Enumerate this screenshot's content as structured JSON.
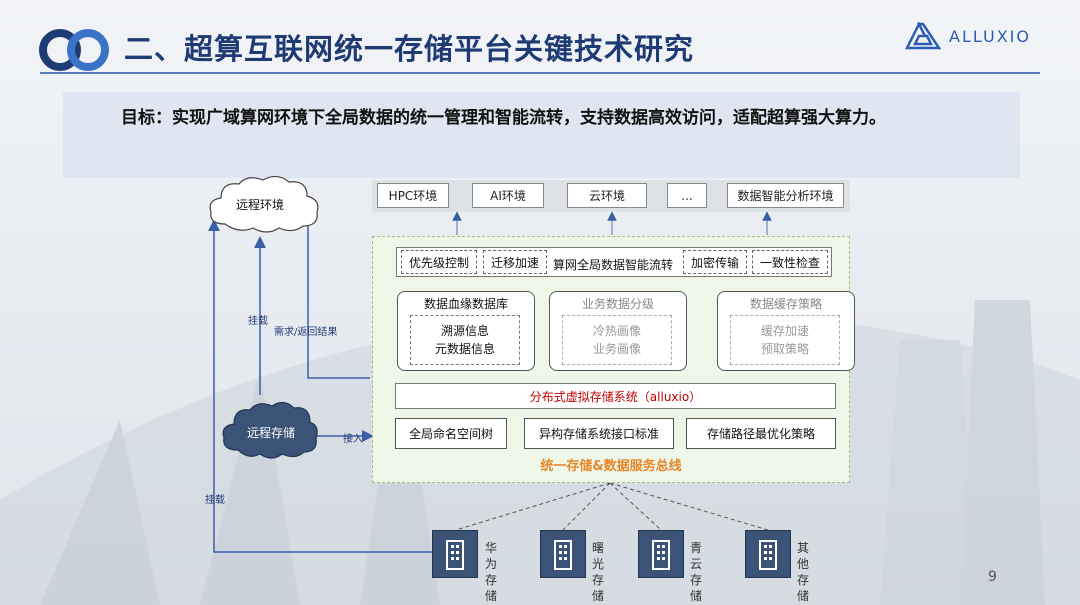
{
  "header": {
    "title": "二、超算互联网统一存储平台关键技术研究",
    "brand": "ALLUXIO"
  },
  "goal": {
    "text": "目标：实现广域算网环境下全局数据的统一管理和智能流转，支持数据高效访问，适配超算强大算力。"
  },
  "environments": [
    "HPC环境",
    "AI环境",
    "云环境",
    "...",
    "数据智能分析环境"
  ],
  "remote_env": "远程环境",
  "remote_storage": "远程存储",
  "labels": {
    "mount_top": "挂载",
    "request_return": "需求/返回结果",
    "access": "接入",
    "mount_bottom": "挂载"
  },
  "flow_row": {
    "priority": "优先级控制",
    "migration": "迁移加速",
    "center": "算网全局数据智能流转",
    "encrypt": "加密传输",
    "consistency": "一致性检查"
  },
  "cards": [
    {
      "title": "数据血缘数据库",
      "line1": "溯源信息",
      "line2": "元数据信息"
    },
    {
      "title": "业务数据分级",
      "line1": "冷热画像",
      "line2": "业务画像"
    },
    {
      "title": "数据缓存策略",
      "line1": "缓存加速",
      "line2": "预取策略"
    }
  ],
  "distributed": "分布式虚拟存储系统（alluxio）",
  "bottom_boxes": [
    "全局命名空间树",
    "异构存储系统接口标准",
    "存储路径最优化策略"
  ],
  "bus": "统一存储&数据服务总线",
  "storages": [
    "华为存储",
    "曙光存储",
    "青云存储",
    "其他存储"
  ],
  "page_number": "9",
  "colors": {
    "title": "#1f3b73",
    "accent_blue": "#2b5cb5",
    "bus_orange": "#e8862a",
    "dist_red": "#c00000",
    "storage_icon": "#3a5377"
  }
}
